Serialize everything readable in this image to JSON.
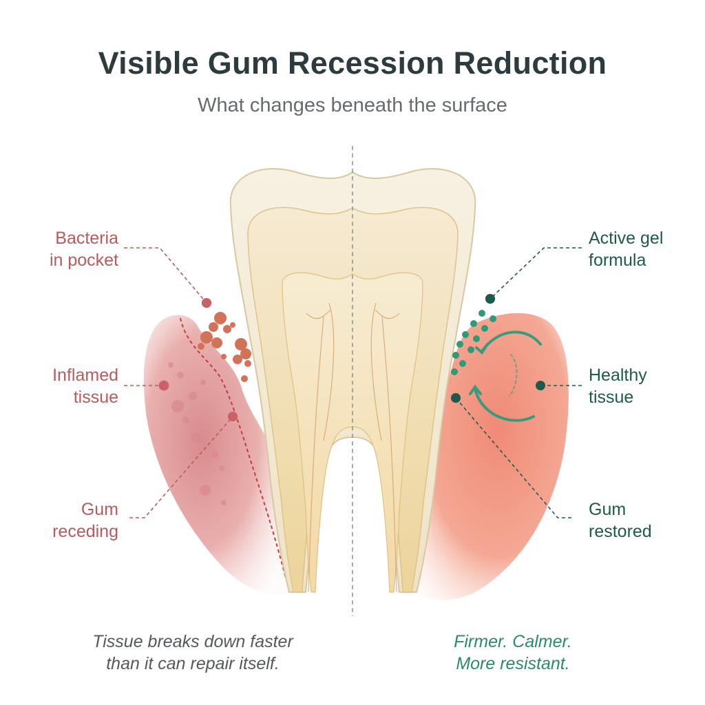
{
  "title": "Visible Gum Recession Reduction",
  "subtitle": "What changes beneath the surface",
  "left_labels": [
    {
      "line1": "Bacteria",
      "line2": "in pocket"
    },
    {
      "line1": "Inflamed",
      "line2": "tissue"
    },
    {
      "line1": "Gum",
      "line2": "receding"
    }
  ],
  "right_labels": [
    {
      "line1": "Active gel",
      "line2": "formula"
    },
    {
      "line1": "Healthy",
      "line2": "tissue"
    },
    {
      "line1": "Gum",
      "line2": "restored"
    }
  ],
  "captions": {
    "left": {
      "line1": "Tissue breaks down faster",
      "line2": "than it can repair itself."
    },
    "right": {
      "line1": "Firmer. Calmer.",
      "line2": "More resistant."
    }
  },
  "colors": {
    "left_accent": "#b85a5e",
    "right_accent": "#1d5a4c",
    "gel_dots": "#2e9a78",
    "enamel": "#f6efdd",
    "dentin": "#f2dfb4"
  }
}
